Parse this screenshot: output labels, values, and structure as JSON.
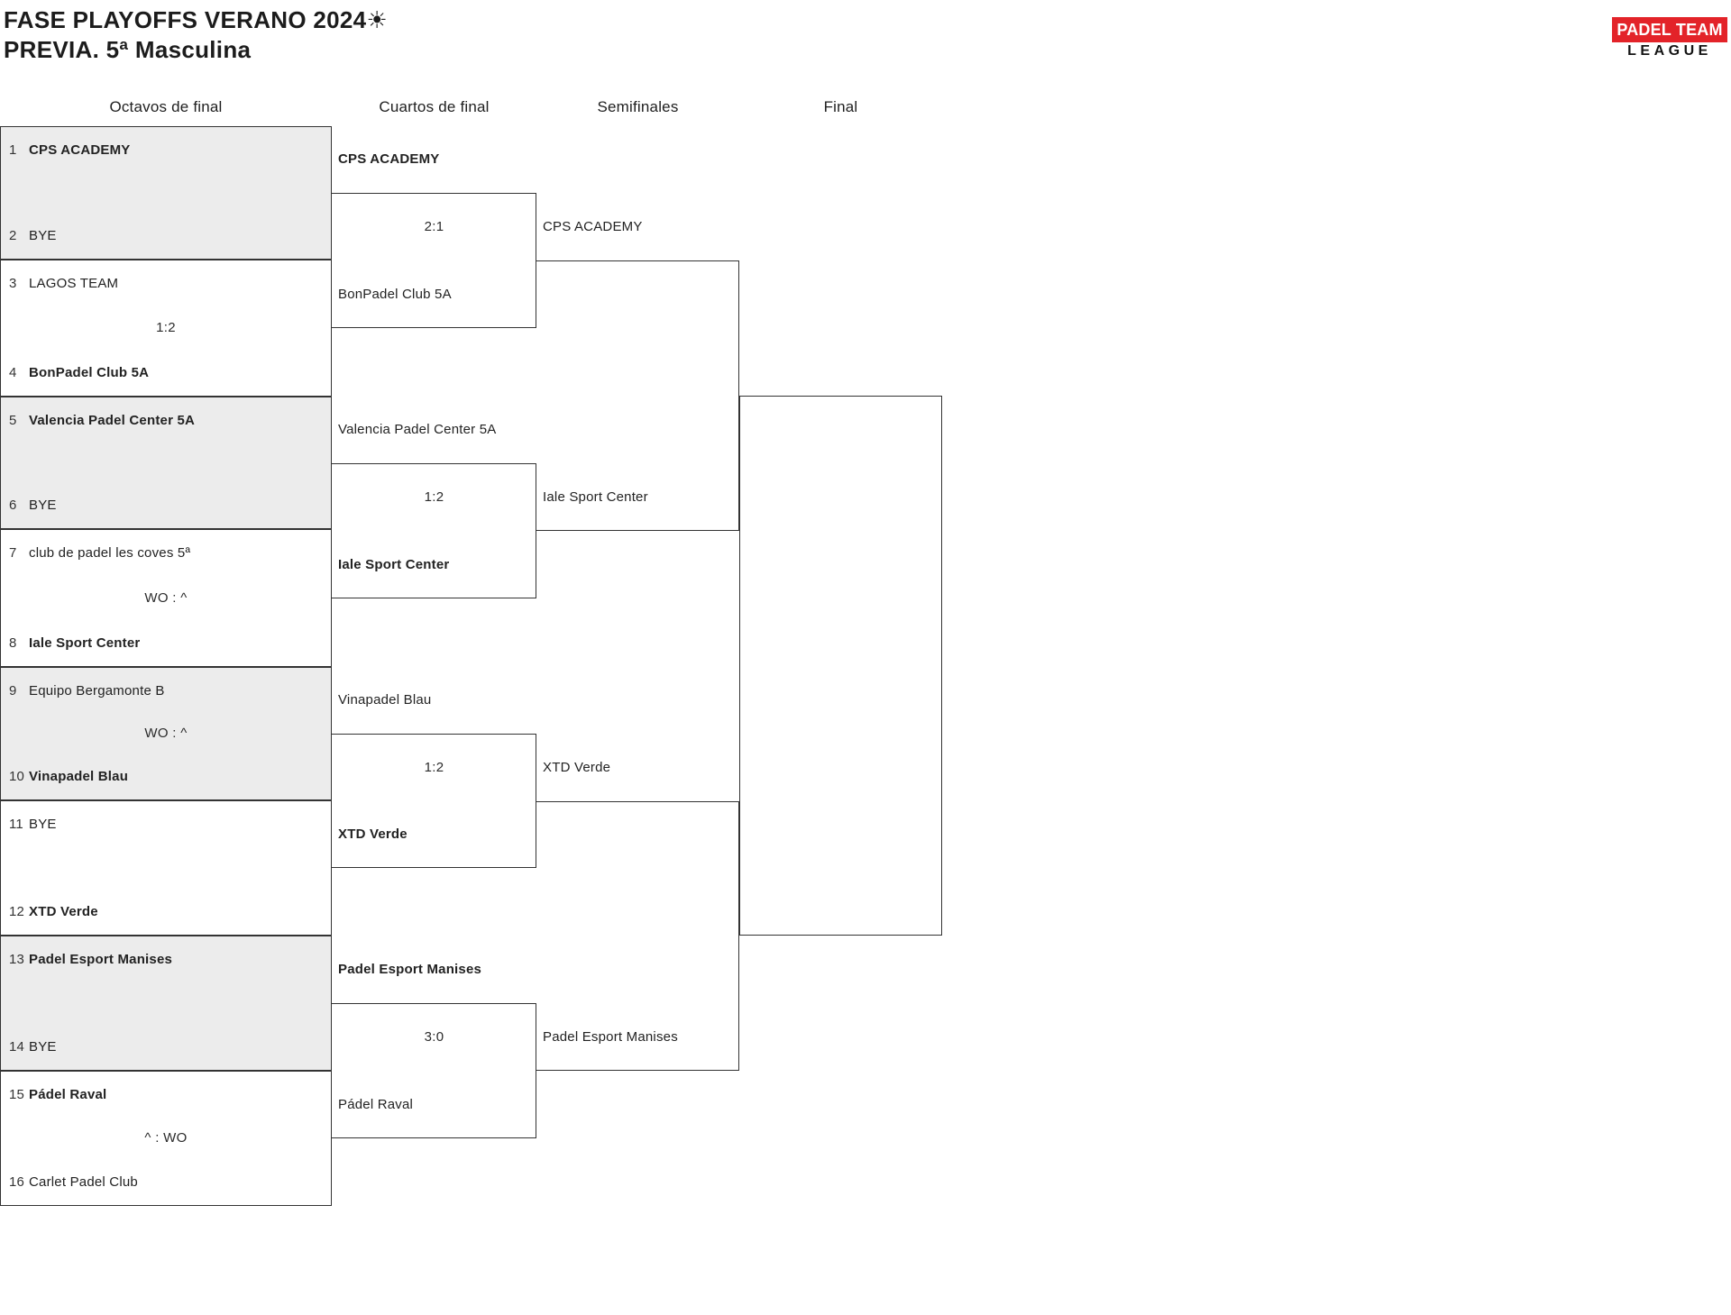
{
  "header": {
    "title": "FASE PLAYOFFS VERANO 2024☀",
    "subtitle": "PREVIA. 5ª Masculina"
  },
  "logo": {
    "line1": "PADEL TEAM",
    "line2": "LEAGUE",
    "red": "#e32329"
  },
  "columns": [
    "Octavos de final",
    "Cuartos de final",
    "Semifinales",
    "Final"
  ],
  "colors": {
    "border": "#333333",
    "shaded_box": "#ececec",
    "text": "#262626"
  },
  "rounds": {
    "octavos": [
      {
        "seed1": "1",
        "team1": "CPS ACADEMY",
        "bold1": true,
        "seed2": "2",
        "team2": "BYE",
        "bold2": false,
        "score": "",
        "shaded": true
      },
      {
        "seed1": "3",
        "team1": "LAGOS TEAM",
        "bold1": false,
        "seed2": "4",
        "team2": "BonPadel Club 5A",
        "bold2": true,
        "score": "1:2",
        "shaded": false
      },
      {
        "seed1": "5",
        "team1": "Valencia Padel Center 5A",
        "bold1": true,
        "seed2": "6",
        "team2": "BYE",
        "bold2": false,
        "score": "",
        "shaded": true
      },
      {
        "seed1": "7",
        "team1": "club de padel les coves 5ª",
        "bold1": false,
        "seed2": "8",
        "team2": "Iale Sport Center",
        "bold2": true,
        "score": "WO : ^",
        "shaded": false
      },
      {
        "seed1": "9",
        "team1": "Equipo Bergamonte B",
        "bold1": false,
        "seed2": "10",
        "team2": "Vinapadel Blau",
        "bold2": true,
        "score": "WO : ^",
        "shaded": true
      },
      {
        "seed1": "11",
        "team1": "BYE",
        "bold1": false,
        "seed2": "12",
        "team2": "XTD Verde",
        "bold2": true,
        "score": "",
        "shaded": false
      },
      {
        "seed1": "13",
        "team1": "Padel Esport Manises",
        "bold1": true,
        "seed2": "14",
        "team2": "BYE",
        "bold2": false,
        "score": "",
        "shaded": true
      },
      {
        "seed1": "15",
        "team1": "Pádel Raval",
        "bold1": true,
        "seed2": "16",
        "team2": "Carlet Padel Club",
        "bold2": false,
        "score": "^ : WO",
        "shaded": false
      }
    ],
    "cuartos": [
      {
        "team1": "CPS ACADEMY",
        "bold1": true,
        "team2": "BonPadel Club 5A",
        "bold2": false,
        "score": "2:1"
      },
      {
        "team1": "Valencia Padel Center 5A",
        "bold1": false,
        "team2": "Iale Sport Center",
        "bold2": true,
        "score": "1:2"
      },
      {
        "team1": "Vinapadel Blau",
        "bold1": false,
        "team2": "XTD Verde",
        "bold2": true,
        "score": "1:2"
      },
      {
        "team1": "Padel Esport Manises",
        "bold1": true,
        "team2": "Pádel Raval",
        "bold2": false,
        "score": "3:0"
      }
    ],
    "semifinales": [
      {
        "team1": "CPS ACADEMY",
        "bold1": false,
        "team2": "Iale Sport Center",
        "bold2": false,
        "score": ""
      },
      {
        "team1": "XTD Verde",
        "bold1": false,
        "team2": "Padel Esport Manises",
        "bold2": false,
        "score": ""
      }
    ],
    "final": [
      {
        "team1": "",
        "team2": "",
        "score": ""
      }
    ]
  }
}
